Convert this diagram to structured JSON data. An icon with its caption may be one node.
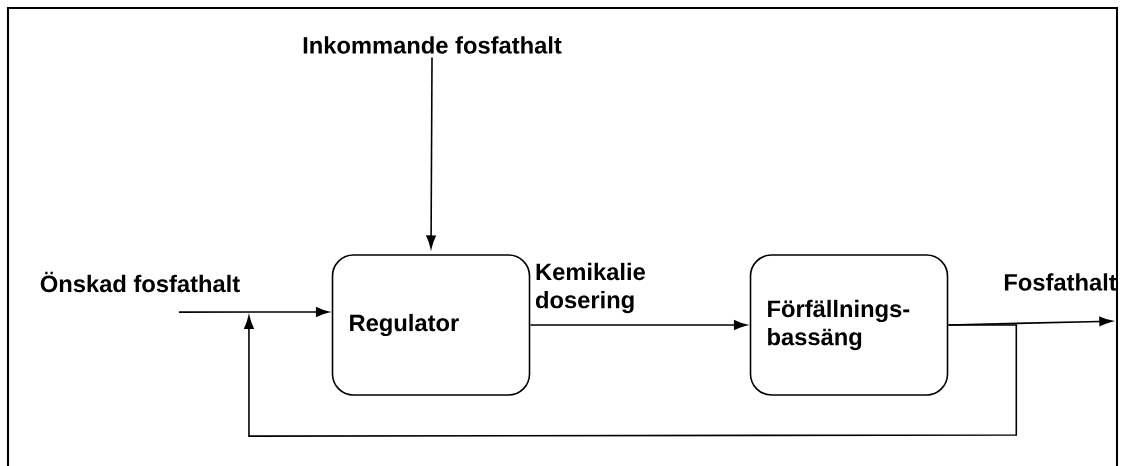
{
  "diagram": {
    "nodes": [
      {
        "text": [
          "Inkommande fosfathalt"
        ]
      },
      {
        "text": [
          "Önskad fosfathalt"
        ]
      },
      {
        "text": [
          "Regulator"
        ]
      },
      {
        "text": [
          "Förfällnings- bassäng"
        ]
      },
      {
        "text": [
          "Fosfathalt"
        ]
      }
    ],
    "edges": [
      {
        "from": 0,
        "to": 2,
        "arrow": "to"
      },
      {
        "from": 1,
        "to": 2,
        "arrow": "to"
      },
      {
        "from": 2,
        "to": 3,
        "arrow": "to",
        "label": "Kemikalie dosering"
      },
      {
        "from": 3,
        "to": 4,
        "arrow": "to"
      },
      {
        "from": 3,
        "to": 1,
        "arrow": "to"
      }
    ]
  }
}
